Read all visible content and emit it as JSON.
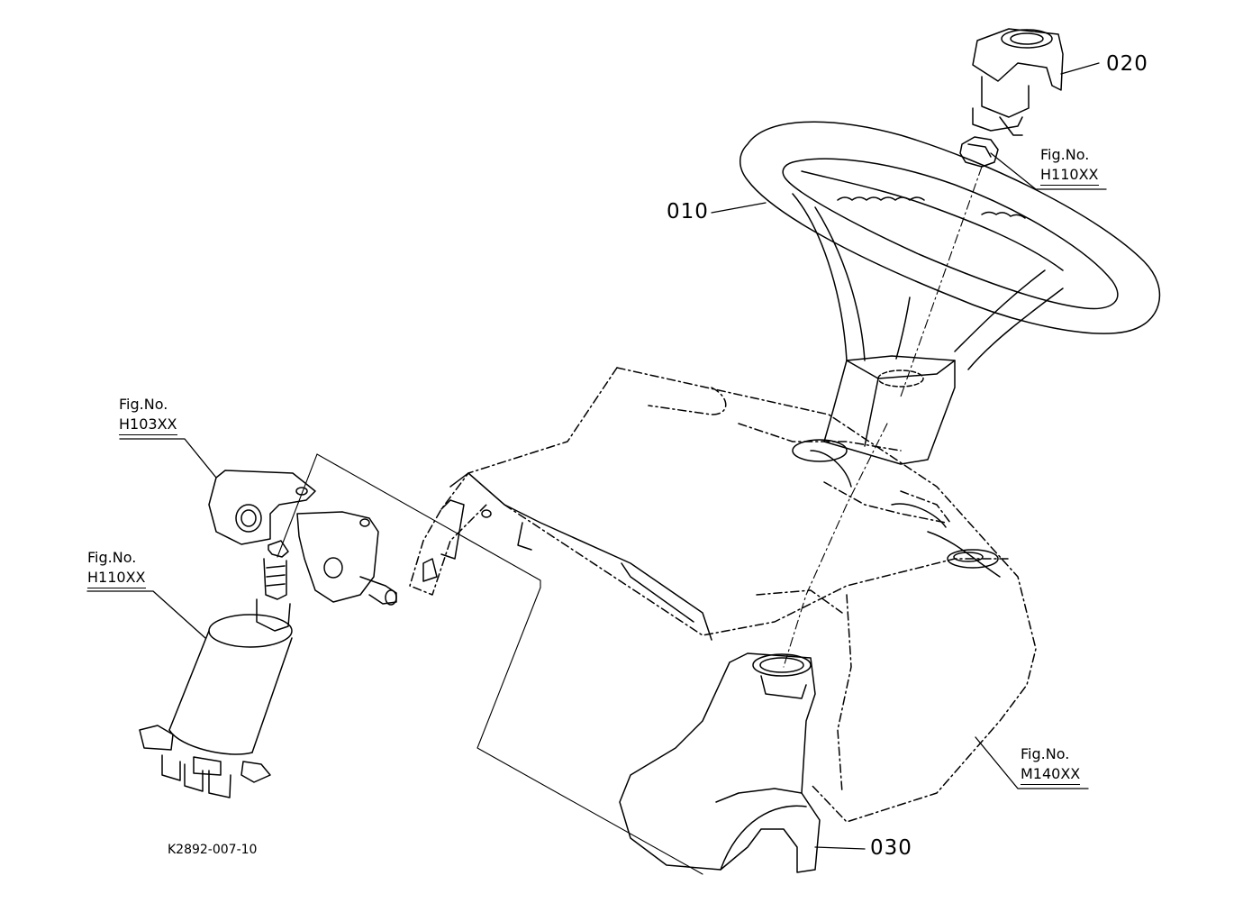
{
  "parts": {
    "p010": "010",
    "p020": "020",
    "p030": "030"
  },
  "figure_refs": {
    "upper_right": {
      "fig": "Fig.No.",
      "ref": "H110XX"
    },
    "bracket": {
      "fig": "Fig.No.",
      "ref": "H103XX"
    },
    "steering_unit": {
      "fig": "Fig.No.",
      "ref": "H110XX"
    },
    "dashboard": {
      "fig": "Fig.No.",
      "ref": "M140XX"
    }
  },
  "drawing_code": "K2892-007-10",
  "colors": {
    "line": "#000000",
    "background": "#ffffff"
  }
}
